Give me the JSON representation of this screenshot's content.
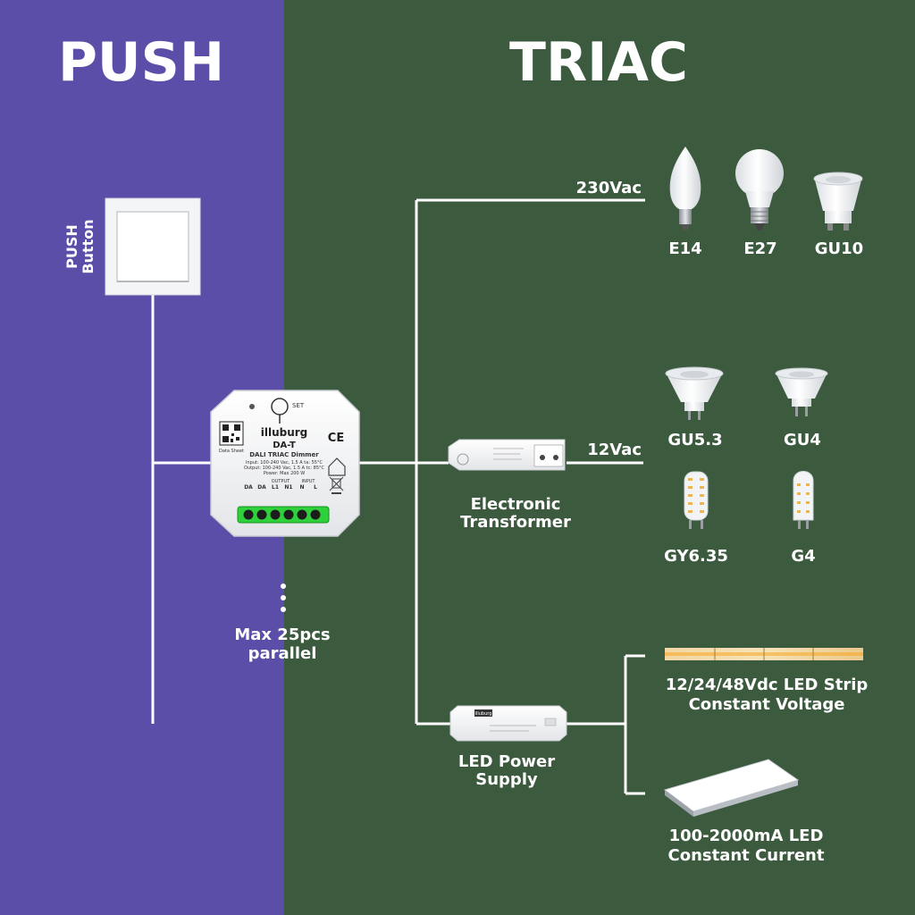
{
  "colors": {
    "push_panel": "#5b4ea8",
    "triac_panel": "#3b5a3e",
    "wire": "#ffffff",
    "terminal_green": "#2fd13a"
  },
  "headings": {
    "push": "PUSH",
    "triac": "TRIAC"
  },
  "push_button": {
    "label_line1": "PUSH",
    "label_line2": "Button"
  },
  "dimmer": {
    "brand": "illuburg",
    "model": "DA-T",
    "qr_caption": "Data Sheet",
    "set_label": "SET",
    "ce": "CE",
    "description": "DALI TRIAC Dimmer",
    "spec_input": "Input: 100-240 Vac, 1.5 A   ta: 55°C",
    "spec_output": "Output: 100-240 Vac, 1.5 A  tc: 85°C",
    "spec_power": "Power: Max 200 W",
    "group_output": "OUTPUT",
    "group_input": "INPUT",
    "terminals": [
      "DA",
      "DA",
      "L1",
      "N1",
      "N",
      "L"
    ]
  },
  "parallel_note": {
    "line1": "Max 25pcs",
    "line2": "parallel"
  },
  "branch_230": {
    "voltage": "230Vac",
    "bulbs": [
      {
        "label": "E14",
        "icon": "candle-bulb-icon"
      },
      {
        "label": "E27",
        "icon": "a-bulb-icon"
      },
      {
        "label": "GU10",
        "icon": "gu10-spot-icon"
      }
    ]
  },
  "branch_12": {
    "device_line1": "Electronic",
    "device_line2": "Transformer",
    "voltage": "12Vac",
    "bulbs": [
      {
        "label": "GU5.3",
        "icon": "mr16-spot-icon"
      },
      {
        "label": "GU4",
        "icon": "mr11-spot-icon"
      },
      {
        "label": "GY6.35",
        "icon": "capsule-led-icon"
      },
      {
        "label": "G4",
        "icon": "small-capsule-led-icon"
      }
    ]
  },
  "branch_psu": {
    "device_line1": "LED Power",
    "device_line2": "Supply",
    "psu_brand": "illuburg",
    "strip_line1": "12/24/48Vdc LED Strip",
    "strip_line2": "Constant Voltage",
    "panel_line1": "100-2000mA LED",
    "panel_line2": "Constant Current"
  }
}
